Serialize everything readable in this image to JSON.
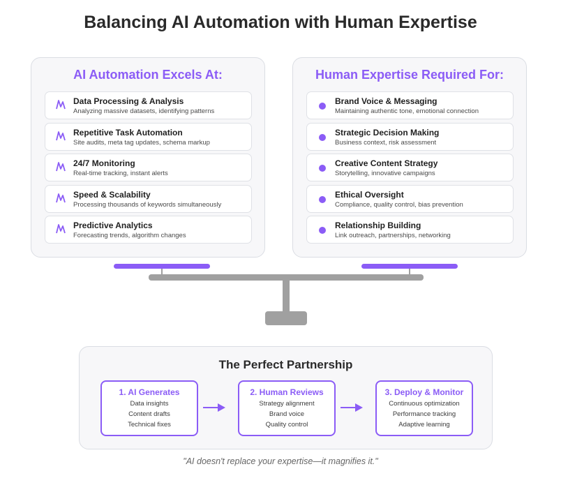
{
  "title": "Balancing AI Automation with Human Expertise",
  "colors": {
    "accent": "#8b5cf6",
    "scale": "#a0a0a0",
    "panel_bg": "#f7f7f9"
  },
  "ai_panel": {
    "title": "AI Automation Excels At:",
    "icon": "lightning-icon",
    "items": [
      {
        "name": "Data Processing & Analysis",
        "desc": "Analyzing massive datasets, identifying patterns"
      },
      {
        "name": "Repetitive Task Automation",
        "desc": "Site audits, meta tag updates, schema markup"
      },
      {
        "name": "24/7 Monitoring",
        "desc": "Real-time tracking, instant alerts"
      },
      {
        "name": "Speed & Scalability",
        "desc": "Processing thousands of keywords simultaneously"
      },
      {
        "name": "Predictive Analytics",
        "desc": "Forecasting trends, algorithm changes"
      }
    ]
  },
  "human_panel": {
    "title": "Human Expertise Required For:",
    "icon": "dot-icon",
    "items": [
      {
        "name": "Brand Voice & Messaging",
        "desc": "Maintaining authentic tone, emotional connection"
      },
      {
        "name": "Strategic Decision Making",
        "desc": "Business context, risk assessment"
      },
      {
        "name": "Creative Content Strategy",
        "desc": "Storytelling, innovative campaigns"
      },
      {
        "name": "Ethical Oversight",
        "desc": "Compliance, quality control, bias prevention"
      },
      {
        "name": "Relationship Building",
        "desc": "Link outreach, partnerships, networking"
      }
    ]
  },
  "partnership": {
    "title": "The Perfect Partnership",
    "steps": [
      {
        "title": "1. AI Generates",
        "lines": [
          "Data insights",
          "Content drafts",
          "Technical fixes"
        ]
      },
      {
        "title": "2. Human Reviews",
        "lines": [
          "Strategy alignment",
          "Brand voice",
          "Quality control"
        ]
      },
      {
        "title": "3. Deploy & Monitor",
        "lines": [
          "Continuous optimization",
          "Performance tracking",
          "Adaptive learning"
        ]
      }
    ]
  },
  "quote": "\"AI doesn't replace your expertise—it magnifies it.\""
}
